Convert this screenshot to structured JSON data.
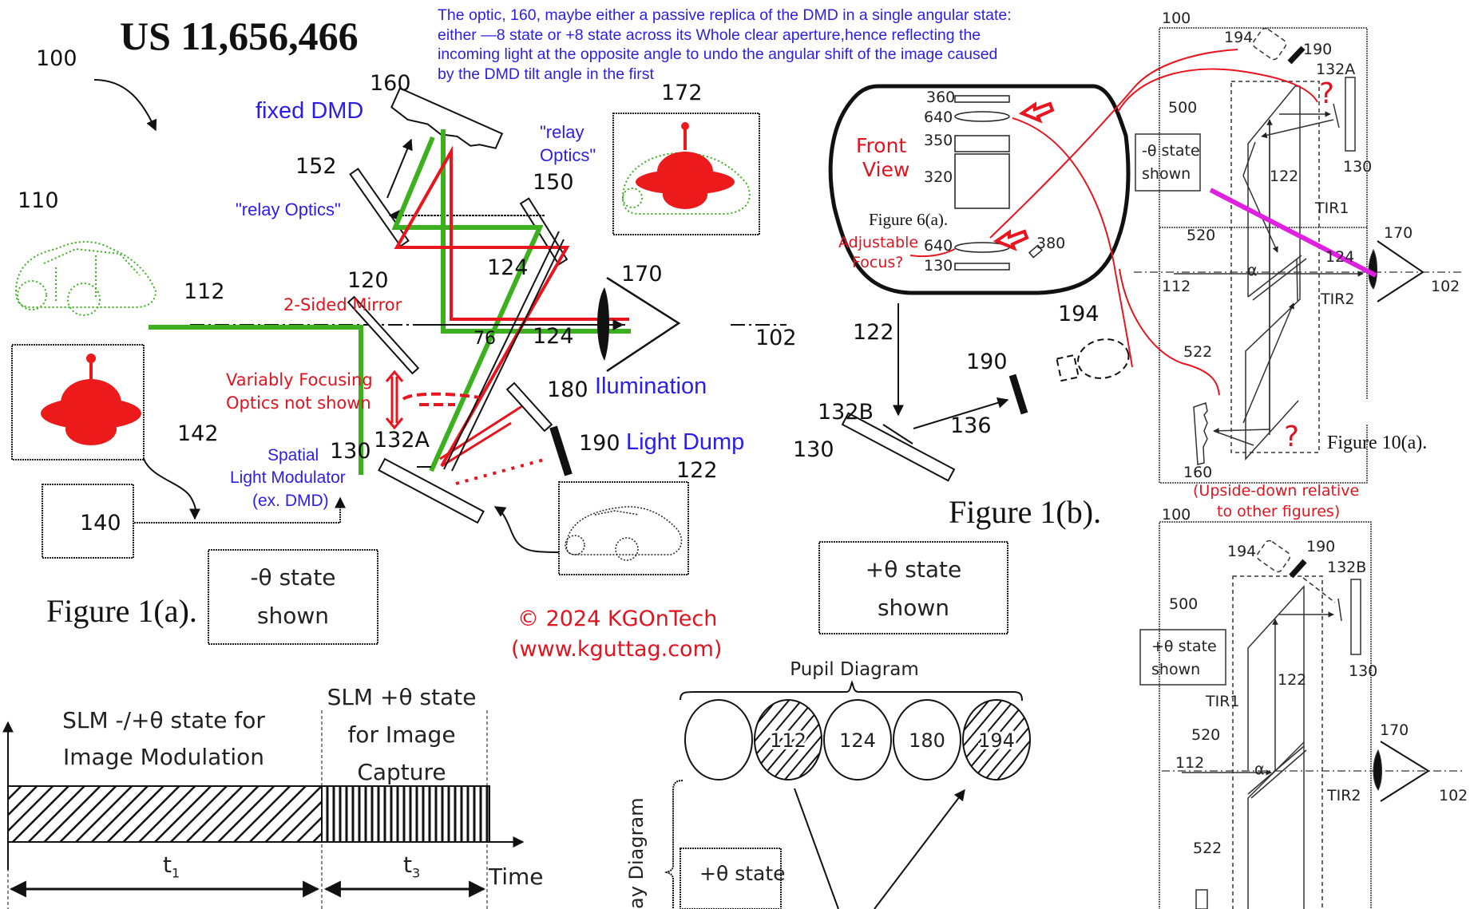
{
  "title": "US 11,656,466",
  "annotation_note": "The optic, 160, maybe either a passive replica of the DMD in a single angular state: either —8 state or +8 state across its Whole clear aperture,hence reflecting the incoming light at the opposite angle to undo the angular shift of the image caused by the DMD tilt angle in the first",
  "colors": {
    "annotation_blue": "#2a1ee8",
    "annotation_red": "#e0141e",
    "ray_green": "#3cb01e",
    "ray_red": "#e8141e",
    "highlight_magenta": "#e020e0",
    "line_black": "#111111"
  },
  "figure_1a": {
    "caption": "Figure 1(a).",
    "refs": {
      "r100": "100",
      "r110": "110",
      "r112": "112",
      "r120": "120",
      "r124a": "124",
      "r124b": "124",
      "r130": "130",
      "r132a": "132A",
      "r140": "140",
      "r142": "142",
      "r150": "150",
      "r152": "152",
      "r160": "160",
      "r170": "170",
      "r172": "172",
      "r180": "180",
      "r190": "190",
      "r122": "122",
      "r102": "102",
      "r76": "76"
    },
    "labels": {
      "fixed_dmd": "fixed DMD",
      "relay_optics_left": "\"relay Optics\"",
      "relay_optics_right_1": "\"relay",
      "relay_optics_right_2": "Optics\"",
      "two_sided_mirror": "2-Sided Mirror",
      "variably_focusing_1": "Variably Focusing",
      "variably_focusing_2": "Optics not shown",
      "slm_1": "Spatial",
      "slm_2": "Light Modulator",
      "slm_3": "(ex. DMD)",
      "illumination": "Ilumination",
      "light_dump": "Light Dump"
    },
    "state_box": {
      "line1": "-θ state",
      "line2": "shown"
    }
  },
  "copyright": {
    "line1": "© 2024 KGOnTech",
    "line2": "(www.kguttag.com)"
  },
  "figure_6a": {
    "caption": "Figure 6(a).",
    "view_label_1": "Front",
    "view_label_2": "View",
    "adjustable_1": "Adjustable",
    "adjustable_2": "Focus?",
    "refs": {
      "r360": "360",
      "r640a": "640",
      "r350": "350",
      "r320": "320",
      "r640b": "640",
      "r130": "130",
      "r380": "380"
    }
  },
  "figure_1b": {
    "caption": "Figure 1(b).",
    "refs": {
      "r122": "122",
      "r190": "190",
      "r194": "194",
      "r132b": "132B",
      "r130": "130",
      "r136": "136"
    },
    "state_box": {
      "line1": "+θ state",
      "line2": "shown"
    }
  },
  "figure_10a": {
    "caption": "Figure 10(a).",
    "note_1": "(Upside-down relative",
    "note_2": "to other figures)",
    "question_mark": "?",
    "state_box": {
      "line1": "-θ state",
      "line2": "shown"
    },
    "refs": {
      "r100": "100",
      "r194": "194",
      "r190": "190",
      "r132a": "132A",
      "r500": "500",
      "r130": "130",
      "r122": "122",
      "rtir1": "TIR1",
      "r520": "520",
      "r170": "170",
      "r124": "124",
      "r112": "112",
      "ralpha": "α",
      "rtir2": "TIR2",
      "r102": "102",
      "r522": "522",
      "r160": "160"
    }
  },
  "figure_10b": {
    "state_box": {
      "line1": "+θ state",
      "line2": "shown"
    },
    "refs": {
      "r100": "100",
      "r194": "194",
      "r190": "190",
      "r132b": "132B",
      "r500": "500",
      "r130": "130",
      "r122": "122",
      "rtir1": "TIR1",
      "r520": "520",
      "r170": "170",
      "r112": "112",
      "ralpha": "α",
      "rtir2": "TIR2",
      "r102": "102",
      "r522": "522"
    }
  },
  "timing_diagram": {
    "phase1_label_1": "SLM -/+θ state for",
    "phase1_label_2": "Image Modulation",
    "phase2_label_1": "SLM +θ state",
    "phase2_label_2": "for Image",
    "phase2_label_3": "Capture",
    "t1": "t",
    "t1_sub": "1",
    "t3": "t",
    "t3_sub": "3",
    "axis_label": "Time"
  },
  "pupil_diagram": {
    "title": "Pupil Diagram",
    "pupils": [
      {
        "label": "",
        "hatched": false
      },
      {
        "label": "112",
        "hatched": true
      },
      {
        "label": "124",
        "hatched": false
      },
      {
        "label": "180",
        "hatched": false
      },
      {
        "label": "194",
        "hatched": true
      }
    ],
    "ray_diagram_label": "ay Diagram",
    "state_box": {
      "line1": "+θ state"
    }
  }
}
